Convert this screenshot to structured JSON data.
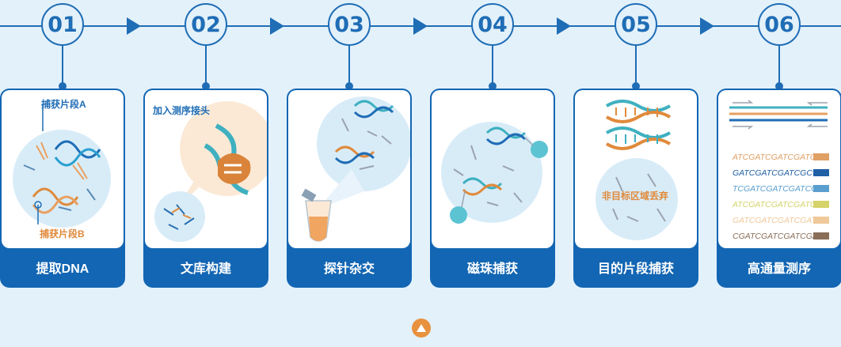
{
  "steps": [
    {
      "number": "01",
      "label": "提取DNA"
    },
    {
      "number": "02",
      "label": "文库构建"
    },
    {
      "number": "03",
      "label": "探针杂交"
    },
    {
      "number": "04",
      "label": "磁珠捕获"
    },
    {
      "number": "05",
      "label": "目的片段捕获"
    },
    {
      "number": "06",
      "label": "高通量测序"
    }
  ],
  "step1": {
    "fragment_a": "捕获片段A",
    "fragment_b": "捕获片段B"
  },
  "step2": {
    "annotation": "加入测序接头"
  },
  "step5": {
    "annotation": "非目标区域丢弃"
  },
  "step6": {
    "sequences": [
      {
        "text": "ATCGATCGATCGATCG",
        "color": "#e0a064"
      },
      {
        "text": "GATCGATCGATCGCTA",
        "color": "#1f5fa5"
      },
      {
        "text": "TCGATCGATCGATCGA",
        "color": "#5a9fd0"
      },
      {
        "text": "ATCGATCGATCGATCG",
        "color": "#d5d36a"
      },
      {
        "text": "GATCGATCGATCGATC",
        "color": "#f0c99a"
      },
      {
        "text": "CGATCGATCGATCGAT",
        "color": "#8a6e58"
      }
    ]
  },
  "colors": {
    "primary": "#1f6db5",
    "accent": "#e08a3c",
    "background": "#e3f1fb"
  },
  "scroll_top_icon": "triangle-up-icon"
}
